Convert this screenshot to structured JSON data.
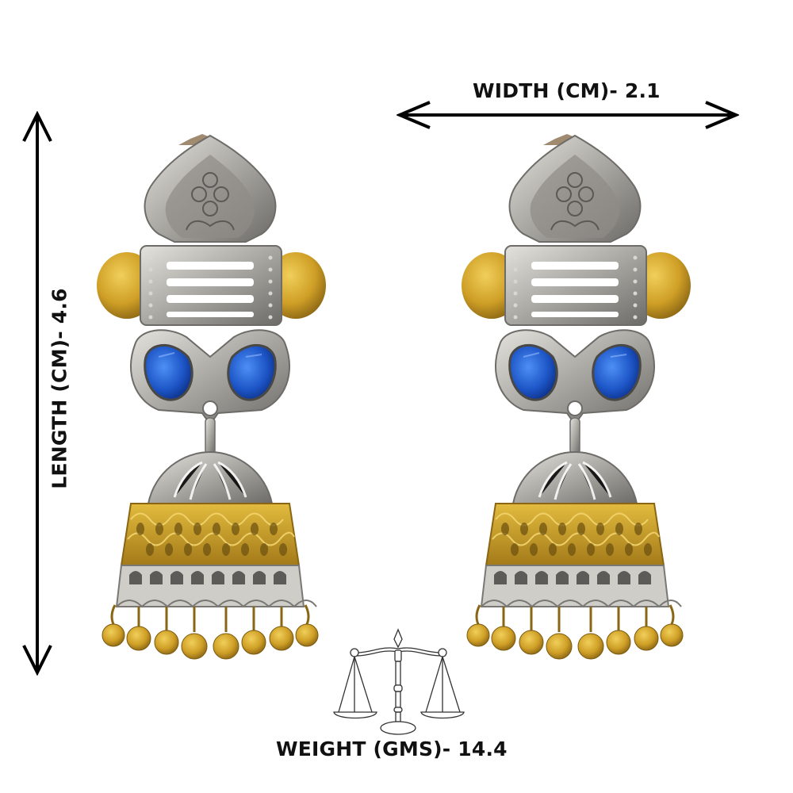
{
  "dimensions": {
    "width_label": "WIDTH (CM)- 2.1",
    "length_label": "LENGTH (CM)- 4.6",
    "weight_label": "WEIGHT (GMS)- 14.4"
  },
  "product": {
    "items": [
      {
        "name": "left-earring"
      },
      {
        "name": "right-earring"
      }
    ],
    "colors": {
      "silver": "#b9b7b2",
      "silver_dark": "#6e6c68",
      "gold": "#d4a72c",
      "gold_dark": "#9a7418",
      "stone_blue": "#1f5fd0",
      "stone_blue_dark": "#0b2f86"
    }
  },
  "icons": {
    "weight": "balance-scale-icon",
    "width_arrow": "double-horizontal-arrow-icon",
    "length_arrow": "double-vertical-arrow-icon"
  }
}
